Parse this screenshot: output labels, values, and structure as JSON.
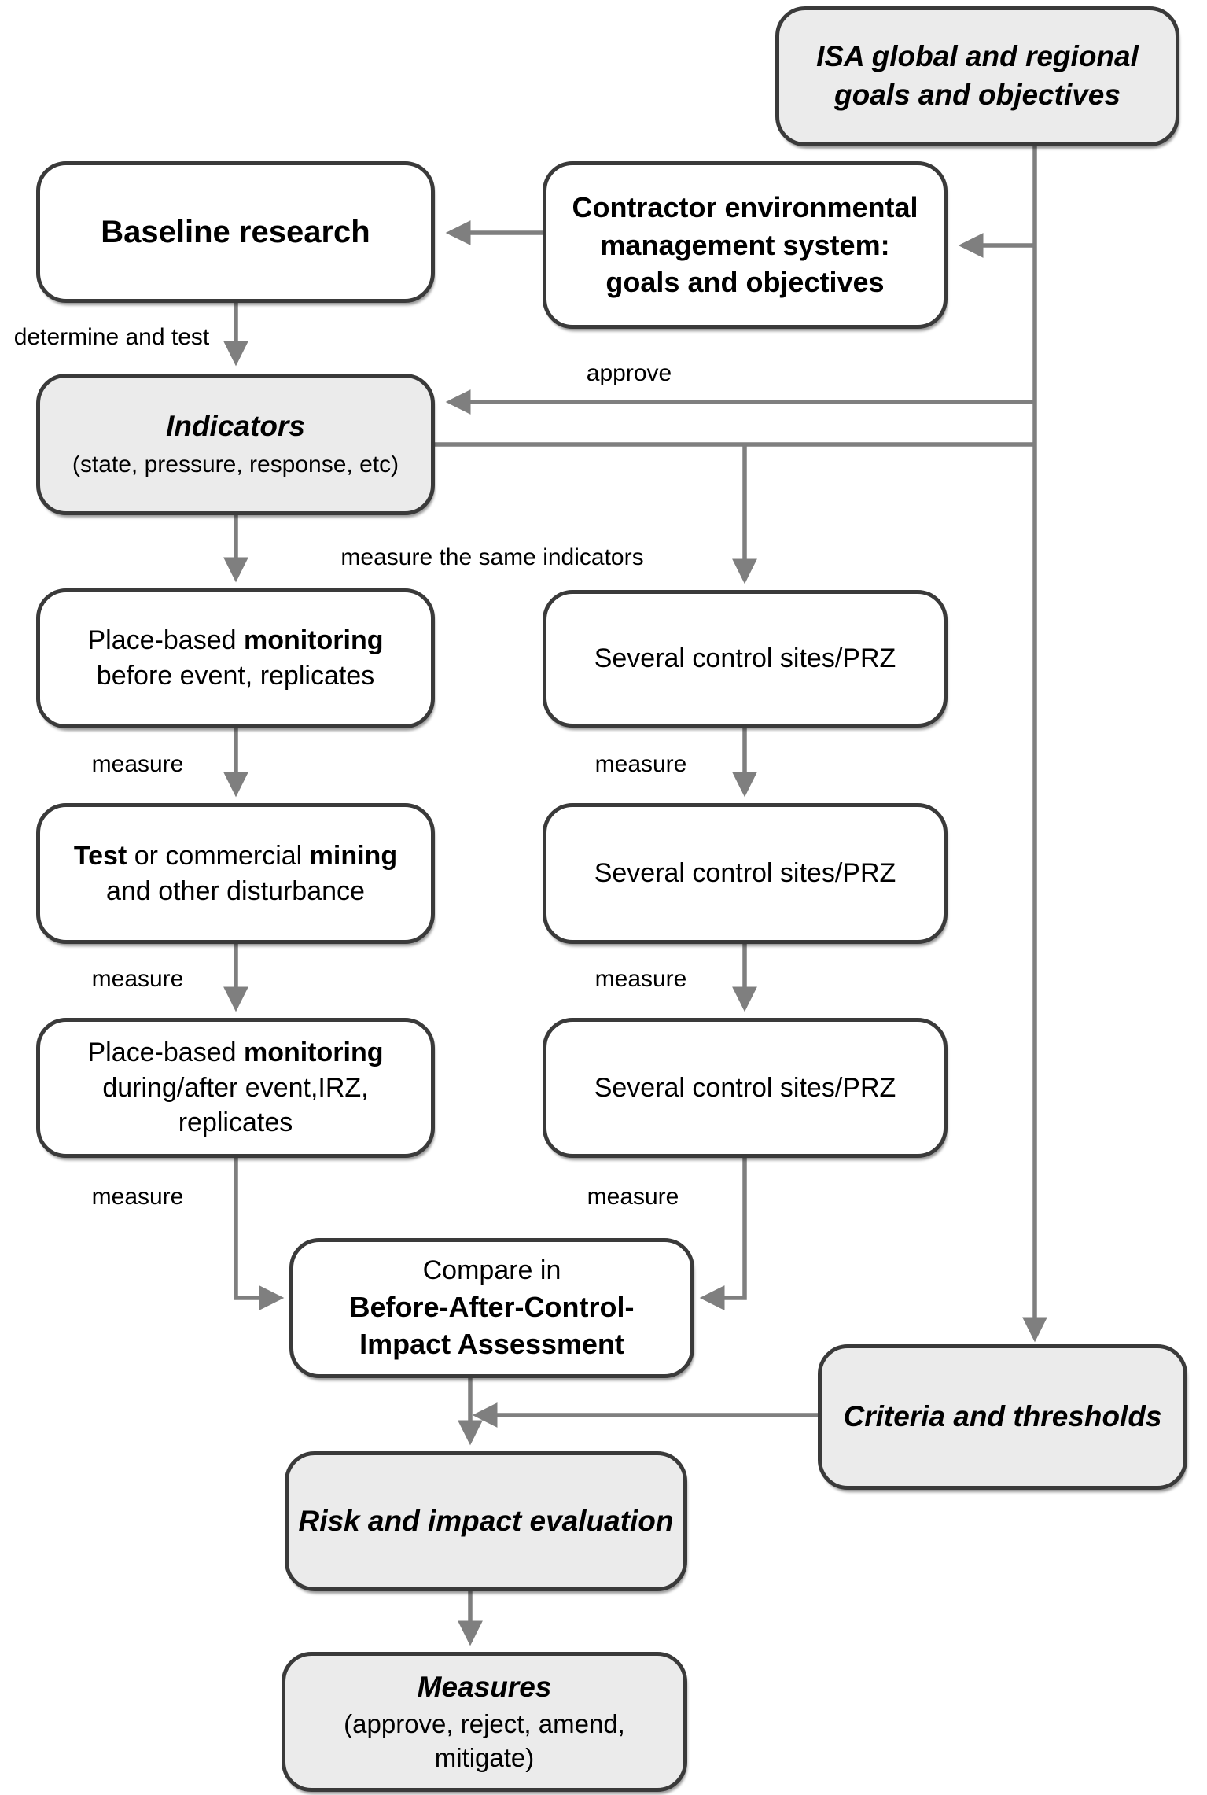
{
  "colors": {
    "border": "#3a3a3a",
    "white": "#ffffff",
    "gray": "#ebebeb",
    "arrow": "#7f7f7f",
    "text": "#000000"
  },
  "nodes": {
    "isa": {
      "line1": "ISA global and regional",
      "line2": "goals and objectives"
    },
    "baseline": {
      "label": "Baseline research"
    },
    "contractor": {
      "line1": "Contractor environmental",
      "line2": "management system:",
      "line3": "goals and objectives"
    },
    "indicators": {
      "title": "Indicators",
      "subtitle": "(state, pressure, response, etc)"
    },
    "pb_before": {
      "l1_normal": "Place-based ",
      "l1_bold": "monitoring",
      "line2": "before event, replicates"
    },
    "control1": {
      "label": "Several control sites/PRZ"
    },
    "mining": {
      "l1_bold1": "Test",
      "l1_normal": " or commercial ",
      "l1_bold2": "mining",
      "line2": "and other disturbance"
    },
    "control2": {
      "label": "Several control sites/PRZ"
    },
    "pb_after": {
      "l1_normal": "Place-based ",
      "l1_bold": "monitoring",
      "line2": "during/after event,IRZ,",
      "line3": "replicates"
    },
    "control3": {
      "label": "Several control sites/PRZ"
    },
    "compare": {
      "line1": "Compare in",
      "line2": "Before-After-Control-",
      "line3": "Impact Assessment"
    },
    "criteria": {
      "label": "Criteria and thresholds"
    },
    "risk": {
      "label": "Risk and impact evaluation"
    },
    "measures": {
      "title": "Measures",
      "line2": "(approve, reject, amend,",
      "line3": "mitigate)"
    }
  },
  "edge_labels": {
    "determine_and_test": "determine and test",
    "approve": "approve",
    "measure_same": "measure the same indicators",
    "measure": "measure"
  }
}
